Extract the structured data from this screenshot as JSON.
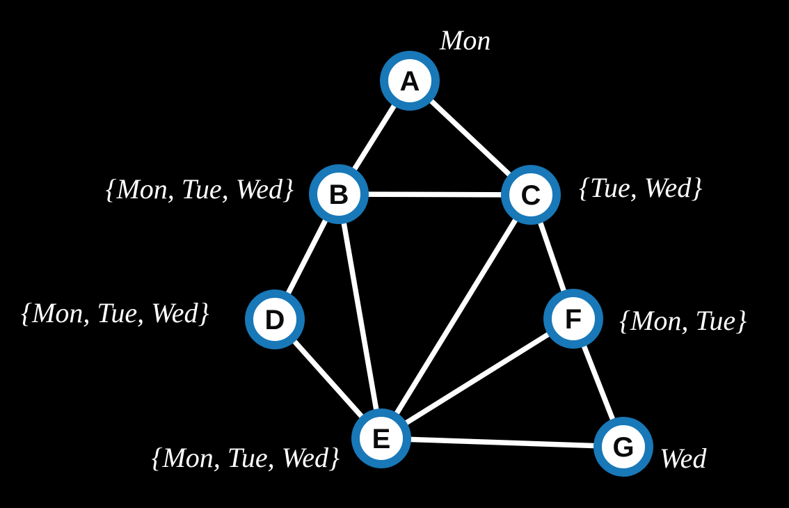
{
  "figure": {
    "type": "constraint-graph",
    "background_color": "#000000",
    "node_ring_color": "#1878b8",
    "node_fill_color": "#ffffff",
    "node_letter_color": "#0a0a0a",
    "edge_color": "#ffffff",
    "label_color": "#ffffff"
  },
  "graph": {
    "nodes": [
      {
        "id": "A",
        "domain": "Mon"
      },
      {
        "id": "B",
        "domain": "{Mon, Tue, Wed}"
      },
      {
        "id": "C",
        "domain": "{Tue, Wed}"
      },
      {
        "id": "D",
        "domain": "{Mon, Tue, Wed}"
      },
      {
        "id": "E",
        "domain": "{Mon, Tue, Wed}"
      },
      {
        "id": "F",
        "domain": "{Mon, Tue}"
      },
      {
        "id": "G",
        "domain": "Wed"
      }
    ],
    "edges": [
      "A-B",
      "A-C",
      "B-C",
      "B-D",
      "B-E",
      "C-E",
      "C-F",
      "D-E",
      "E-F",
      "E-G",
      "F-G"
    ]
  }
}
